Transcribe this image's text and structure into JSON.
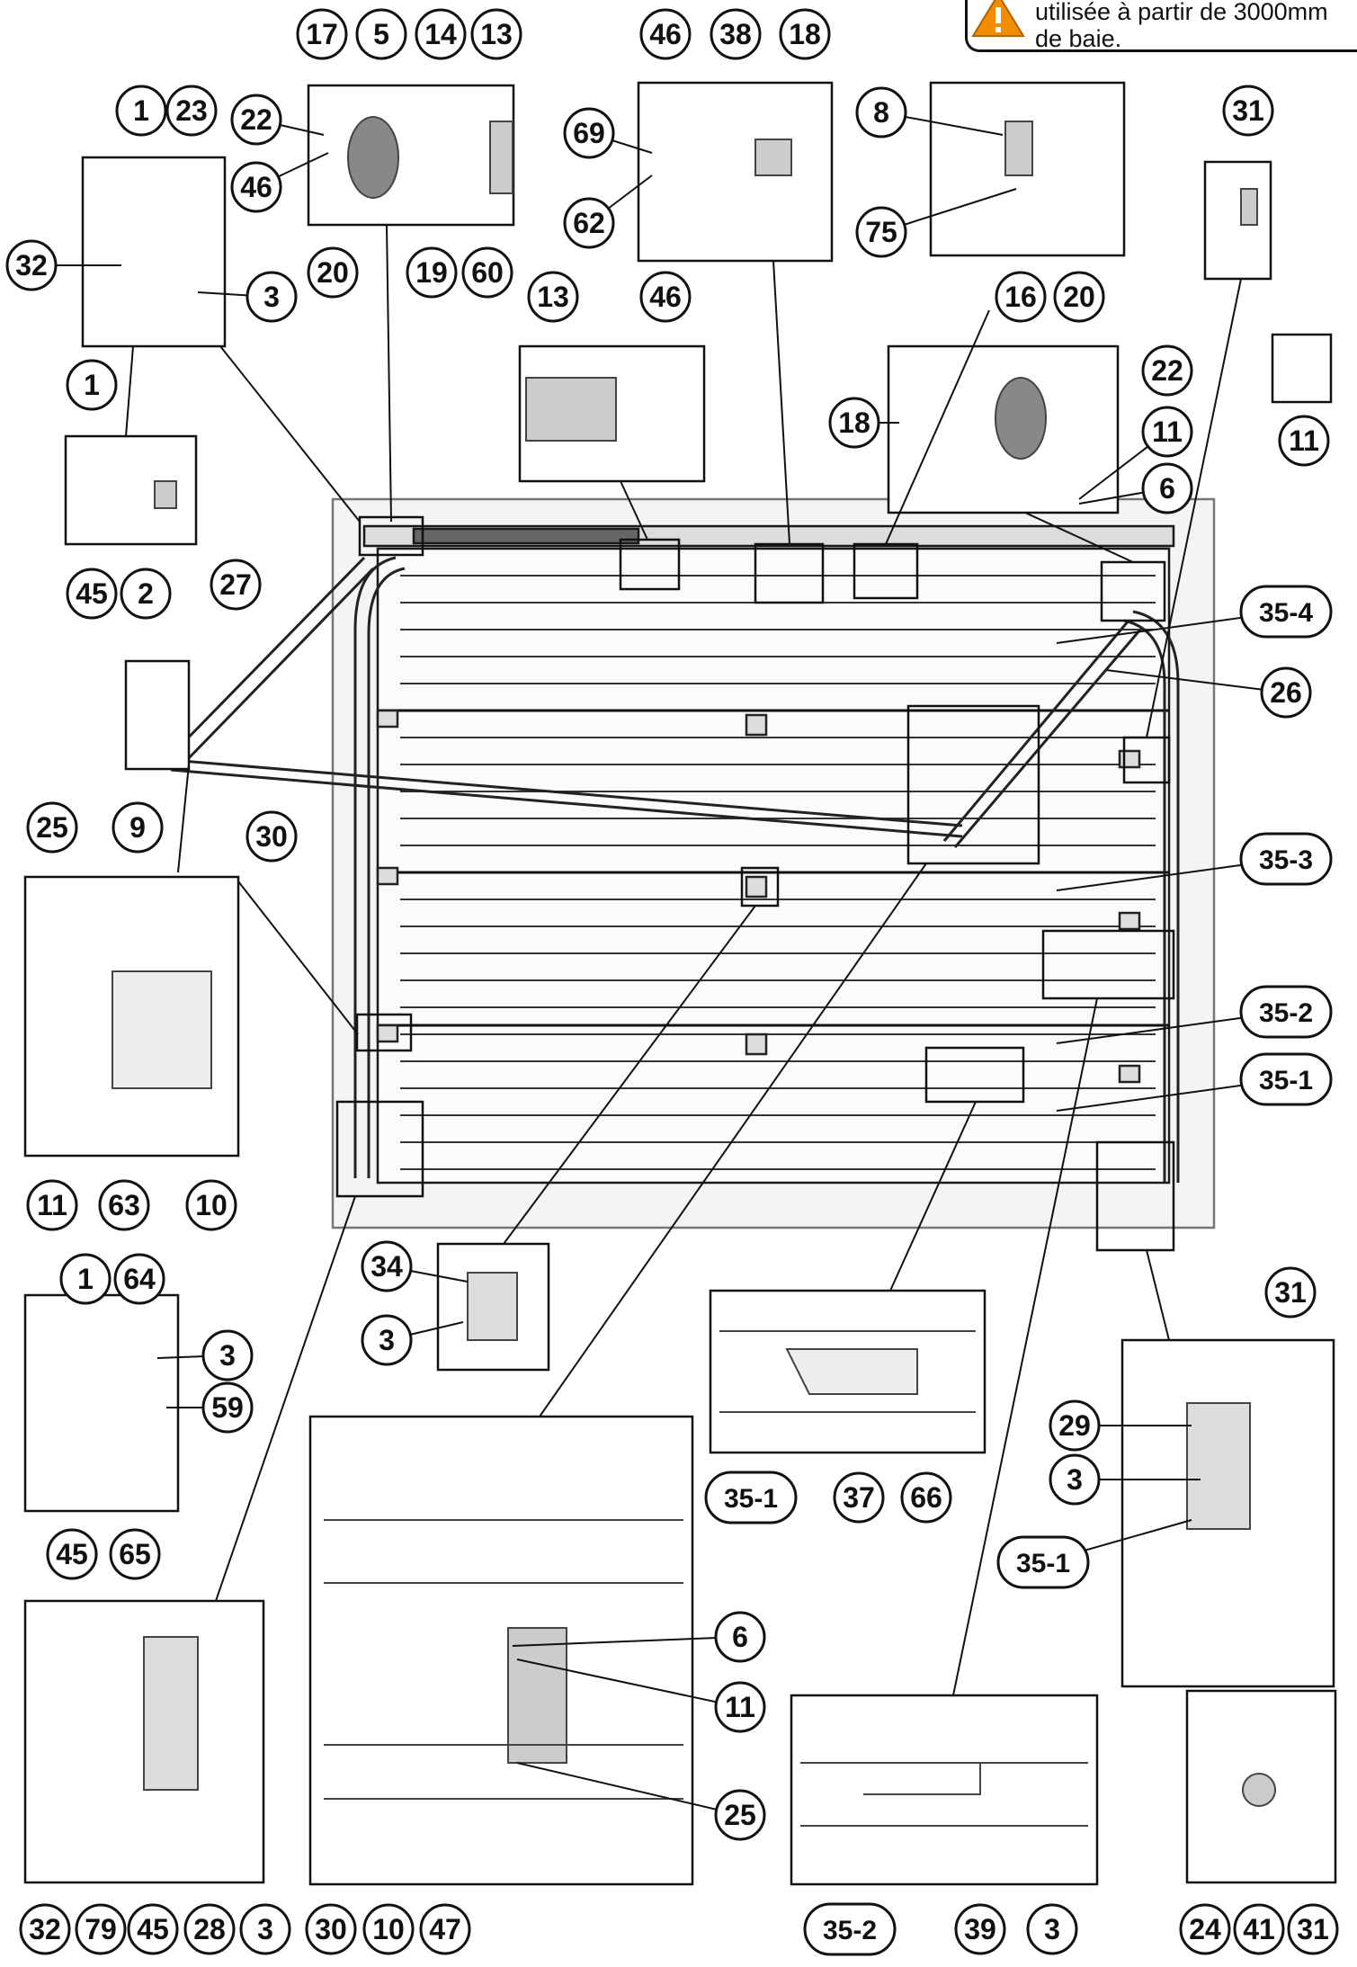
{
  "warning": {
    "line1": "utilisée à partir de 3000mm",
    "line2": "de baie.",
    "icon": "warning-triangle-icon",
    "icon_color": "#f28c00"
  },
  "callouts": [
    {
      "id": "c-17",
      "label": "17"
    },
    {
      "id": "c-5",
      "label": "5"
    },
    {
      "id": "c-14",
      "label": "14"
    },
    {
      "id": "c-13a",
      "label": "13"
    },
    {
      "id": "c-1a",
      "label": "1"
    },
    {
      "id": "c-23",
      "label": "23"
    },
    {
      "id": "c-22a",
      "label": "22"
    },
    {
      "id": "c-46a",
      "label": "46"
    },
    {
      "id": "c-32a",
      "label": "32"
    },
    {
      "id": "c-3a",
      "label": "3"
    },
    {
      "id": "c-20a",
      "label": "20"
    },
    {
      "id": "c-19",
      "label": "19"
    },
    {
      "id": "c-60",
      "label": "60"
    },
    {
      "id": "c-46b",
      "label": "46"
    },
    {
      "id": "c-38",
      "label": "38"
    },
    {
      "id": "c-18a",
      "label": "18"
    },
    {
      "id": "c-69",
      "label": "69"
    },
    {
      "id": "c-62",
      "label": "62"
    },
    {
      "id": "c-8",
      "label": "8"
    },
    {
      "id": "c-75",
      "label": "75"
    },
    {
      "id": "c-31a",
      "label": "31"
    },
    {
      "id": "c-11a",
      "label": "11"
    },
    {
      "id": "c-13b",
      "label": "13"
    },
    {
      "id": "c-46c",
      "label": "46"
    },
    {
      "id": "c-16",
      "label": "16"
    },
    {
      "id": "c-20b",
      "label": "20"
    },
    {
      "id": "c-22b",
      "label": "22"
    },
    {
      "id": "c-18b",
      "label": "18"
    },
    {
      "id": "c-11b",
      "label": "11"
    },
    {
      "id": "c-6a",
      "label": "6"
    },
    {
      "id": "c-1b",
      "label": "1"
    },
    {
      "id": "c-45a",
      "label": "45"
    },
    {
      "id": "c-2",
      "label": "2"
    },
    {
      "id": "c-27",
      "label": "27"
    },
    {
      "id": "c-35-4",
      "label": "35-4"
    },
    {
      "id": "c-26",
      "label": "26"
    },
    {
      "id": "c-30a",
      "label": "30"
    },
    {
      "id": "c-25a",
      "label": "25"
    },
    {
      "id": "c-9",
      "label": "9"
    },
    {
      "id": "c-35-3",
      "label": "35-3"
    },
    {
      "id": "c-35-2a",
      "label": "35-2"
    },
    {
      "id": "c-35-1a",
      "label": "35-1"
    },
    {
      "id": "c-11c",
      "label": "11"
    },
    {
      "id": "c-63",
      "label": "63"
    },
    {
      "id": "c-10a",
      "label": "10"
    },
    {
      "id": "c-1c",
      "label": "1"
    },
    {
      "id": "c-64",
      "label": "64"
    },
    {
      "id": "c-3b",
      "label": "3"
    },
    {
      "id": "c-59",
      "label": "59"
    },
    {
      "id": "c-45b",
      "label": "45"
    },
    {
      "id": "c-65",
      "label": "65"
    },
    {
      "id": "c-34",
      "label": "34"
    },
    {
      "id": "c-3c",
      "label": "3"
    },
    {
      "id": "c-31b",
      "label": "31"
    },
    {
      "id": "c-29",
      "label": "29"
    },
    {
      "id": "c-3d",
      "label": "3"
    },
    {
      "id": "c-35-1b",
      "label": "35-1"
    },
    {
      "id": "c-35-1c",
      "label": "35-1"
    },
    {
      "id": "c-37",
      "label": "37"
    },
    {
      "id": "c-66",
      "label": "66"
    },
    {
      "id": "c-6b",
      "label": "6"
    },
    {
      "id": "c-11d",
      "label": "11"
    },
    {
      "id": "c-25b",
      "label": "25"
    },
    {
      "id": "c-32b",
      "label": "32"
    },
    {
      "id": "c-79",
      "label": "79"
    },
    {
      "id": "c-45c",
      "label": "45"
    },
    {
      "id": "c-28",
      "label": "28"
    },
    {
      "id": "c-3e",
      "label": "3"
    },
    {
      "id": "c-30b",
      "label": "30"
    },
    {
      "id": "c-10b",
      "label": "10"
    },
    {
      "id": "c-47",
      "label": "47"
    },
    {
      "id": "c-35-2b",
      "label": "35-2"
    },
    {
      "id": "c-39",
      "label": "39"
    },
    {
      "id": "c-3f",
      "label": "3"
    },
    {
      "id": "c-24",
      "label": "24"
    },
    {
      "id": "c-41",
      "label": "41"
    },
    {
      "id": "c-31c",
      "label": "31"
    }
  ]
}
